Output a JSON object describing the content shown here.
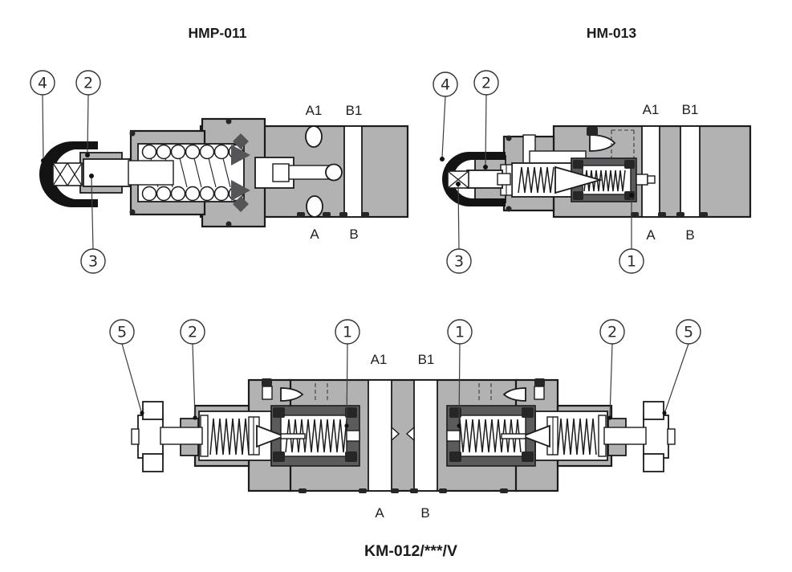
{
  "diagram": {
    "hmp011": {
      "title": "HMP-011",
      "callouts": [
        "4",
        "2",
        "3"
      ],
      "port_labels": [
        "A1",
        "B1",
        "A",
        "B"
      ]
    },
    "hm013": {
      "title": "HM-013",
      "callouts": [
        "4",
        "2",
        "3",
        "1"
      ],
      "port_labels": [
        "A1",
        "B1",
        "A",
        "B"
      ]
    },
    "km012": {
      "title": "KM-012/***/V",
      "callouts": [
        "5",
        "2",
        "1",
        "1",
        "2",
        "5"
      ],
      "port_labels": [
        "A1",
        "B1",
        "A",
        "B"
      ]
    }
  },
  "colors": {
    "background": "#ffffff",
    "body_gray": "#b2b2b2",
    "cartridge_gray": "#5b5b5d",
    "outline": "#1b1b1b",
    "seal_black": "#262626"
  }
}
